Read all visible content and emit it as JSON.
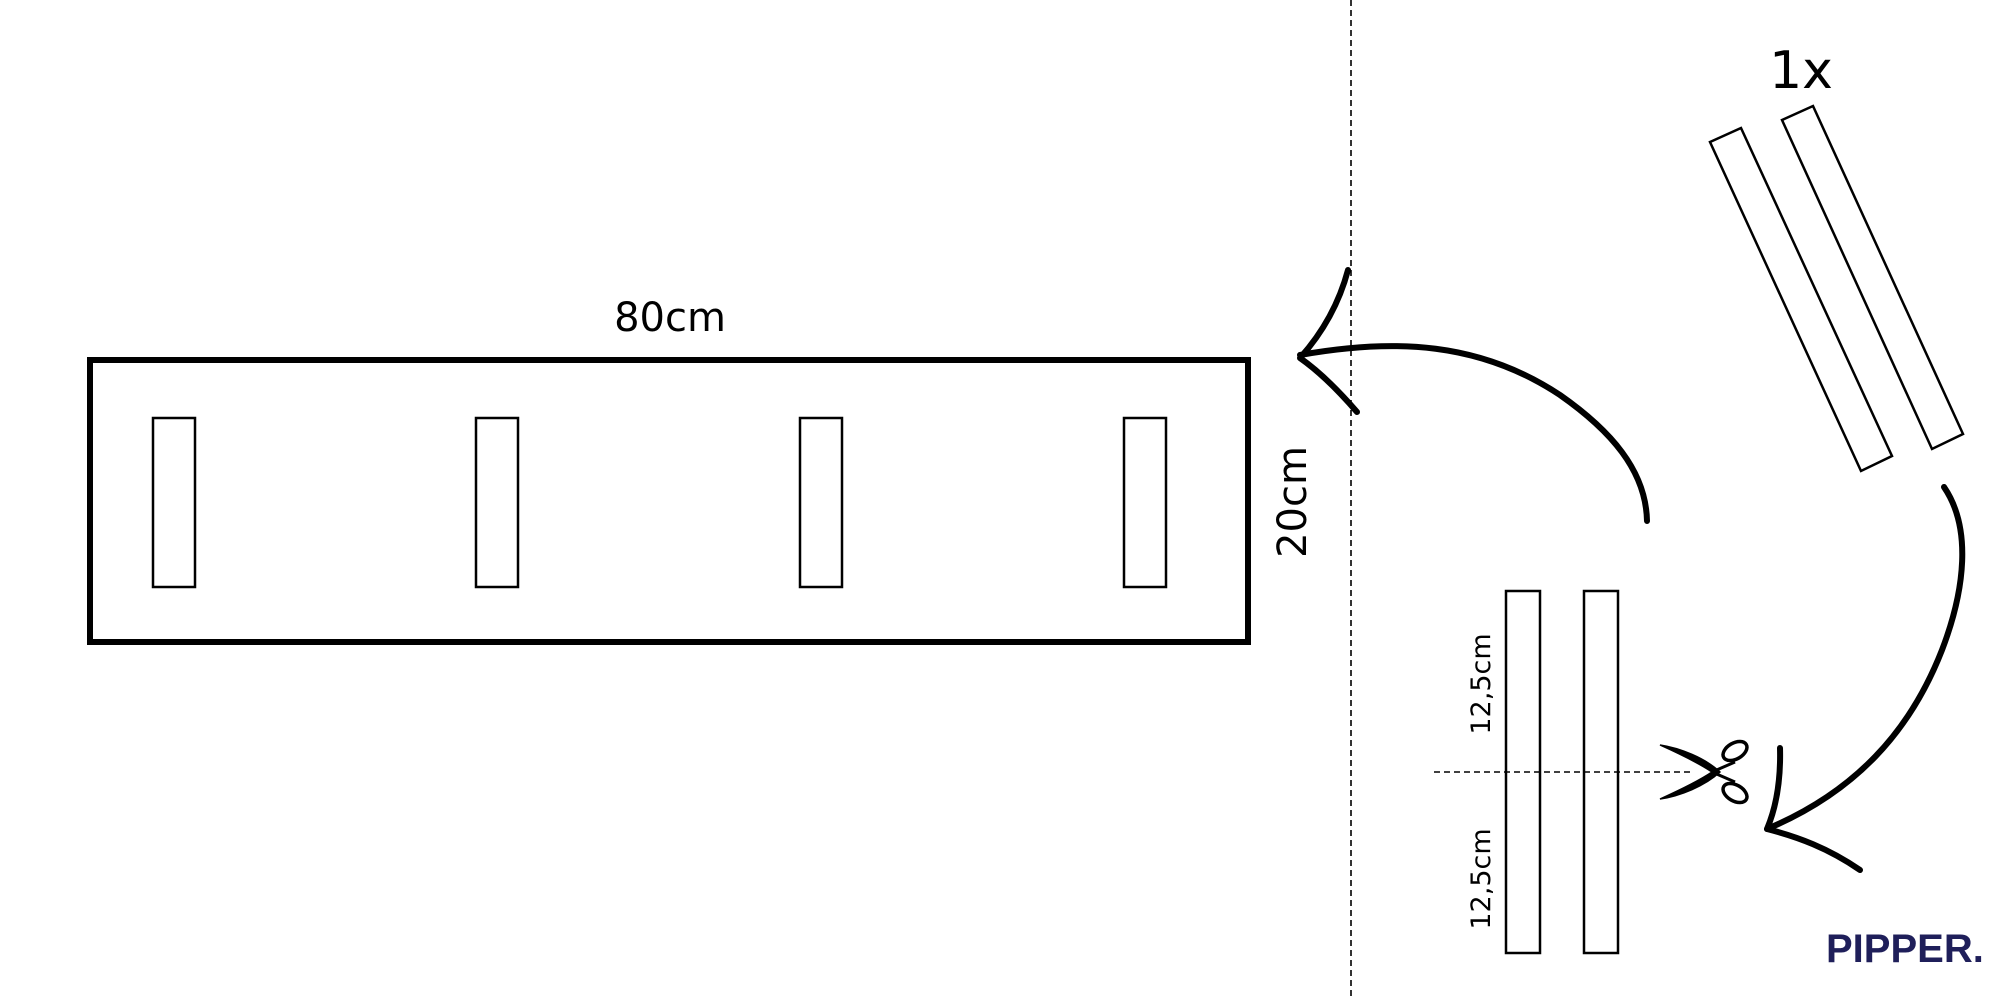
{
  "labels": {
    "width": "80cm",
    "height": "20cm",
    "count": "1x",
    "cut_upper": "12,5cm",
    "cut_lower": "12,5cm"
  },
  "brand": {
    "name": "PIPPER.",
    "color": "#1f1f5a"
  },
  "icons": [
    "scissors-icon",
    "arrow-icon"
  ]
}
